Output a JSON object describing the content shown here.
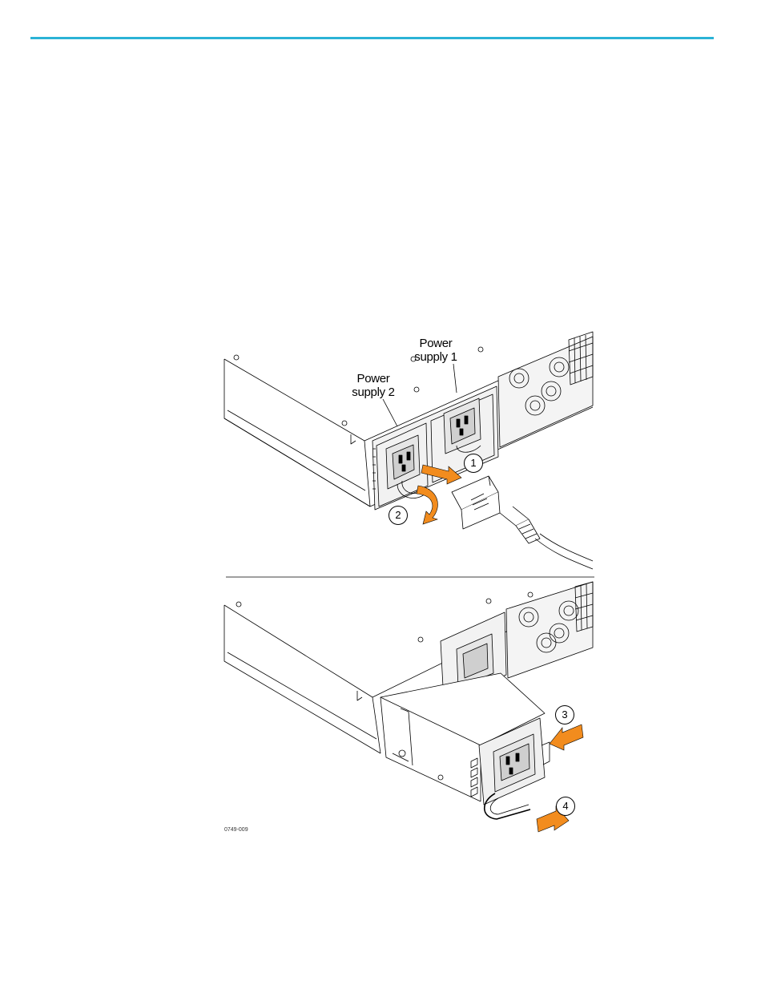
{
  "labels": {
    "power_supply_1": "Power\nsupply 1",
    "power_supply_2": "Power\nsupply 2",
    "figure_id": "0749-009"
  },
  "callouts": [
    "1",
    "2",
    "3",
    "4"
  ],
  "colors": {
    "accent_rule": "#2bb3d6",
    "arrow_orange": "#f28c1e",
    "line": "#000000",
    "shade": "#cfcfcf"
  }
}
